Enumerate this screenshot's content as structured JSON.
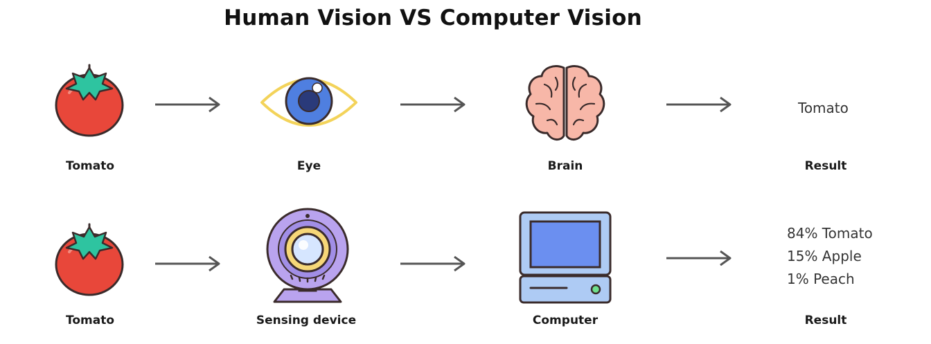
{
  "title": "Human Vision VS Computer Vision",
  "human_row": {
    "object_label": "Tomato",
    "sensor_label": "Eye",
    "processor_label": "Brain",
    "result_label": "Result",
    "result_text": "Tomato"
  },
  "computer_row": {
    "object_label": "Tomato",
    "sensor_label": "Sensing device",
    "processor_label": "Computer",
    "result_label": "Result",
    "result_lines": [
      "84% Tomato",
      "15% Apple",
      "1% Peach"
    ]
  },
  "colors": {
    "tomato": "#e8473a",
    "leaf": "#2ec4a0",
    "eye_outline": "#f3d35a",
    "iris": "#4f7fe0",
    "brain": "#f7b7a8",
    "device": "#b9a3ee",
    "device_ring": "#f6d778",
    "computer": "#aecbf4",
    "screen": "#6b8ff0",
    "led": "#6ee08c",
    "arrow": "#555555"
  }
}
